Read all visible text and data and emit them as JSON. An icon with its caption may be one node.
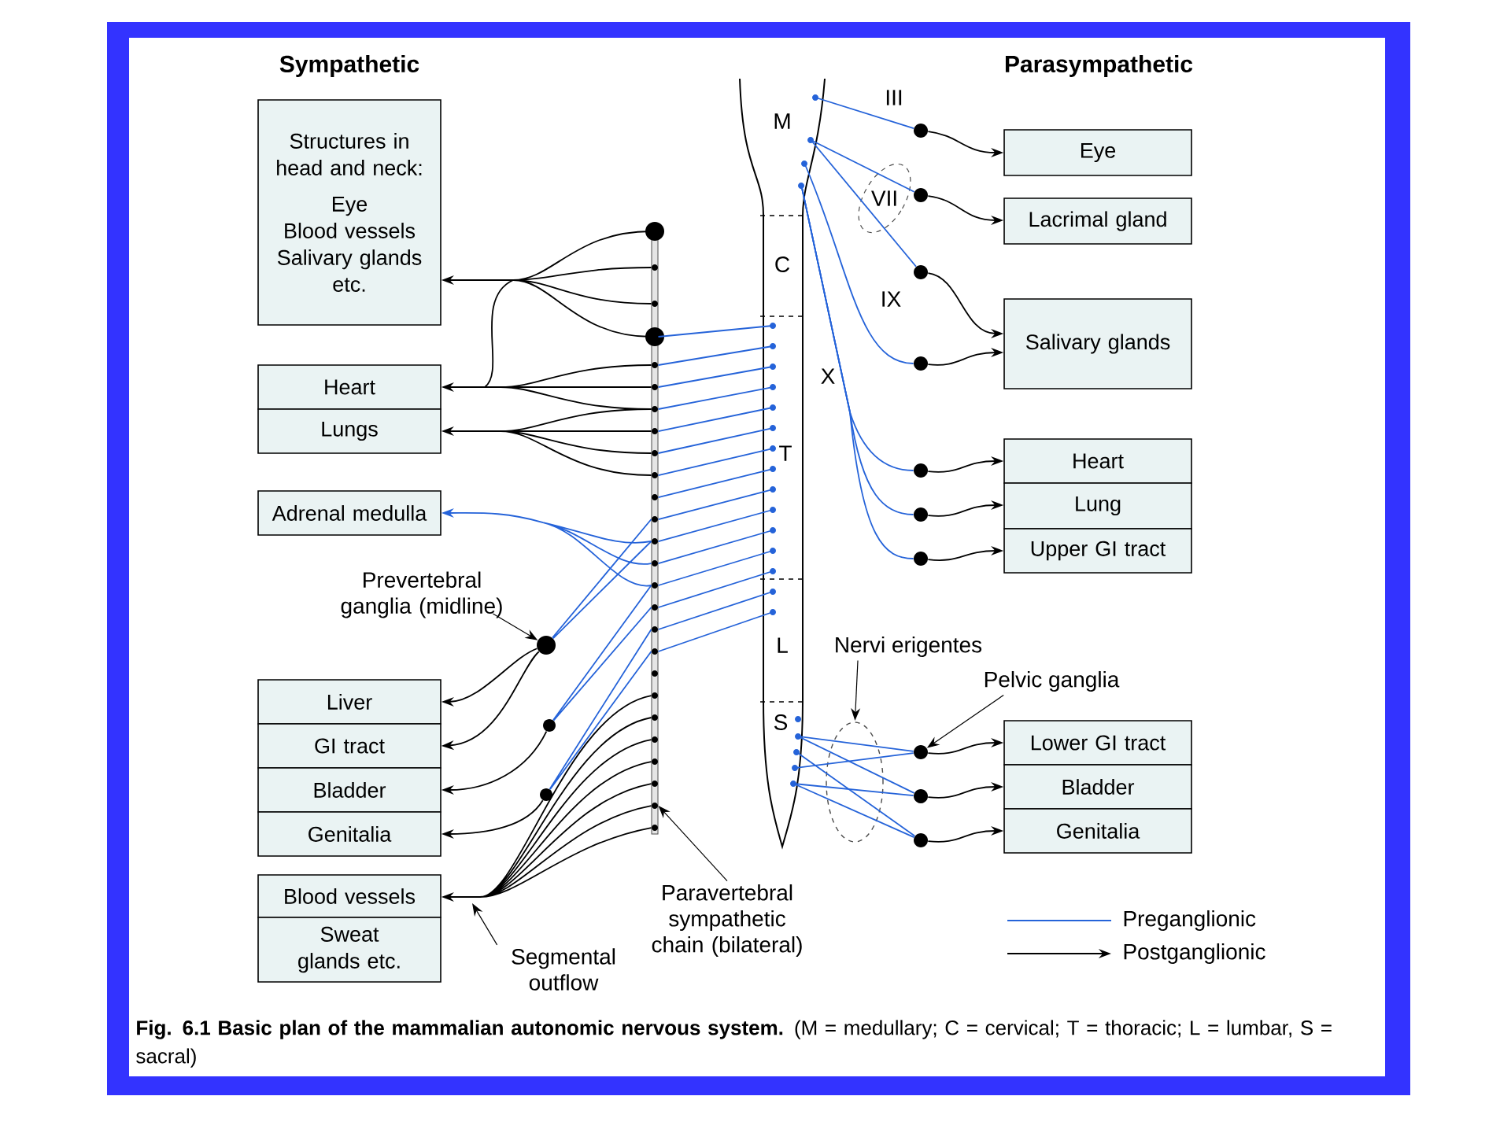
{
  "diagram": {
    "caption": "**Fig. 6.1 Basic plan of the mammalian autonomic nervous system.** (M = medullary; C = cervical; T = thoracic; L = lumbar, S = sacral)",
    "nodes": [
      {
        "text": [
          "Structures in head and neck:",
          "Eye",
          "Blood vessels",
          "Salivary glands",
          "etc."
        ]
      },
      {
        "text": [
          "Heart"
        ]
      },
      {
        "text": [
          "Lungs"
        ]
      },
      {
        "text": [
          "Adrenal medulla"
        ]
      },
      {
        "text": [
          "Liver"
        ]
      },
      {
        "text": [
          "GI tract"
        ]
      },
      {
        "text": [
          "Bladder"
        ]
      },
      {
        "text": [
          "Genitalia"
        ]
      },
      {
        "text": [
          "Blood vessels"
        ]
      },
      {
        "text": [
          "Sweat glands etc."
        ]
      },
      {
        "text": [
          "Eye"
        ]
      },
      {
        "text": [
          "Lacrimal gland"
        ]
      },
      {
        "text": [
          "Salivary glands"
        ]
      },
      {
        "text": [
          "Heart"
        ]
      },
      {
        "text": [
          "Lung"
        ]
      },
      {
        "text": [
          "Upper GI tract"
        ]
      },
      {
        "text": [
          "Lower GI tract"
        ]
      },
      {
        "text": [
          "Bladder"
        ]
      },
      {
        "text": [
          "Genitalia"
        ]
      },
      {
        "text": [
          "M",
          "C",
          "T",
          "L",
          "S"
        ]
      },
      {
        "text": [],
        "shape": "bar"
      },
      {
        "text": [],
        "shape": "circle"
      },
      {
        "text": [],
        "shape": "circle"
      },
      {
        "text": [],
        "shape": "circle"
      },
      {
        "text": [],
        "shape": "circle"
      },
      {
        "text": [],
        "shape": "circle"
      },
      {
        "text": [],
        "shape": "circle"
      },
      {
        "text": [],
        "shape": "circle"
      },
      {
        "text": [],
        "shape": "circle"
      },
      {
        "text": [],
        "shape": "circle"
      },
      {
        "text": [],
        "shape": "circle"
      },
      {
        "text": [],
        "shape": "circle"
      },
      {
        "text": [],
        "shape": "circle"
      },
      {
        "text": [],
        "shape": "circle"
      },
      {
        "text": [
          "Prevertebral ganglia (midline)"
        ]
      },
      {
        "text": [
          "Segmental outflow"
        ]
      },
      {
        "text": [
          "Paravertebral sympathetic chain (bilateral)"
        ]
      },
      {
        "text": [
          "Nervi erigentes"
        ]
      },
      {
        "text": [
          "Pelvic ganglia"
        ]
      }
    ],
    "edges": [
      {
        "from": 20,
        "to": 0,
        "arrow": "to"
      },
      {
        "from": 20,
        "to": 1,
        "arrow": "to"
      },
      {
        "from": 20,
        "to": 2,
        "arrow": "to"
      },
      {
        "from": 19,
        "to": 20,
        "arrow": "none",
        "color": "#2563d9"
      },
      {
        "from": 20,
        "to": 3,
        "arrow": "to",
        "color": "#2563d9"
      },
      {
        "from": 20,
        "to": 21,
        "arrow": "none",
        "color": "#2563d9"
      },
      {
        "from": 20,
        "to": 22,
        "arrow": "none",
        "color": "#2563d9"
      },
      {
        "from": 20,
        "to": 23,
        "arrow": "none",
        "color": "#2563d9"
      },
      {
        "from": 21,
        "to": 4,
        "arrow": "to"
      },
      {
        "from": 21,
        "to": 5,
        "arrow": "to"
      },
      {
        "from": 22,
        "to": 6,
        "arrow": "to"
      },
      {
        "from": 23,
        "to": 7,
        "arrow": "to"
      },
      {
        "from": 20,
        "to": 8,
        "arrow": "to"
      },
      {
        "from": 19,
        "to": 24,
        "arrow": "none",
        "color": "#2563d9",
        "label": "III"
      },
      {
        "from": 19,
        "to": 25,
        "arrow": "none",
        "color": "#2563d9",
        "label": "VII"
      },
      {
        "from": 19,
        "to": 26,
        "arrow": "none",
        "color": "#2563d9"
      },
      {
        "from": 19,
        "to": 27,
        "arrow": "none",
        "color": "#2563d9",
        "label": "IX"
      },
      {
        "from": 19,
        "to": 28,
        "arrow": "none",
        "color": "#2563d9",
        "label": "X"
      },
      {
        "from": 19,
        "to": 29,
        "arrow": "none",
        "color": "#2563d9"
      },
      {
        "from": 19,
        "to": 30,
        "arrow": "none",
        "color": "#2563d9"
      },
      {
        "from": 19,
        "to": 31,
        "arrow": "none",
        "color": "#2563d9"
      },
      {
        "from": 19,
        "to": 32,
        "arrow": "none",
        "color": "#2563d9"
      },
      {
        "from": 19,
        "to": 33,
        "arrow": "none",
        "color": "#2563d9"
      },
      {
        "from": 24,
        "to": 10,
        "arrow": "to"
      },
      {
        "from": 25,
        "to": 11,
        "arrow": "to"
      },
      {
        "from": 26,
        "to": 12,
        "arrow": "to"
      },
      {
        "from": 27,
        "to": 12,
        "arrow": "to"
      },
      {
        "from": 28,
        "to": 13,
        "arrow": "to"
      },
      {
        "from": 29,
        "to": 14,
        "arrow": "to"
      },
      {
        "from": 30,
        "to": 15,
        "arrow": "to"
      },
      {
        "from": 31,
        "to": 16,
        "arrow": "to"
      },
      {
        "from": 32,
        "to": 17,
        "arrow": "to"
      },
      {
        "from": 33,
        "to": 18,
        "arrow": "to"
      },
      {
        "from": 34,
        "to": 21,
        "arrow": "to"
      },
      {
        "from": 35,
        "to": null,
        "arrow": "to"
      },
      {
        "from": 36,
        "to": 20,
        "arrow": "to"
      },
      {
        "from": 37,
        "to": 19,
        "arrow": "to"
      },
      {
        "from": 38,
        "to": 31,
        "arrow": "to"
      }
    ],
    "labels": [
      "Sympathetic",
      "Parasympathetic"
    ],
    "legend": [
      {
        "text": "Preganglionic"
      },
      {
        "text": "Postganglionic"
      }
    ]
  }
}
